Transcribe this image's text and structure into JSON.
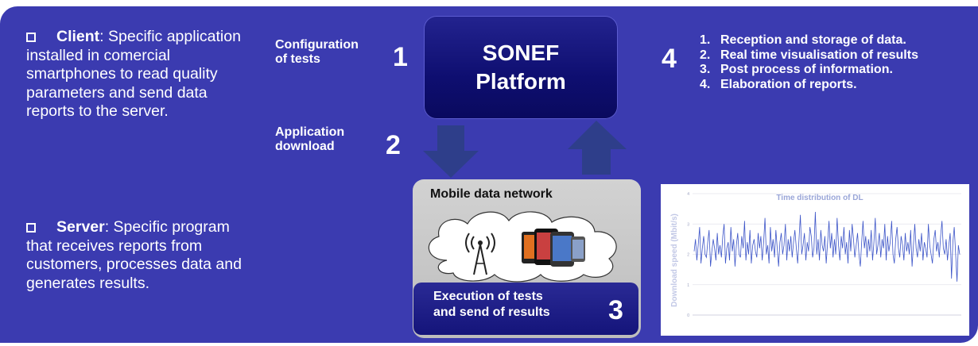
{
  "left_text": {
    "client_title": "Client",
    "client_desc": ": Specific application installed in comercial smartphones to read quality parameters and send data reports to the server.",
    "server_title": "Server",
    "server_desc": ": Specific program that receives reports from customers, processes data and generates results."
  },
  "platform": {
    "line1": "SONEF",
    "line2": "Platform"
  },
  "steps": {
    "s1_label_a": "Configuration",
    "s1_label_b": "of tests",
    "s1_num": "1",
    "s2_label_a": "Application",
    "s2_label_b": "download",
    "s2_num": "2",
    "s3_label_a": "Execution of tests",
    "s3_label_b": "and send of results",
    "s3_num": "3",
    "s4_num": "4"
  },
  "mobile_network": {
    "title": "Mobile data network"
  },
  "list_items": [
    {
      "n": "1.",
      "text": "Reception and storage of data."
    },
    {
      "n": "2.",
      "text": "Real time visualisation of results"
    },
    {
      "n": "3.",
      "text": "Post process of information."
    },
    {
      "n": "4.",
      "text": "Elaboration of reports."
    }
  ],
  "colors": {
    "panel": "#3b3bb0",
    "platform": "#14147a",
    "arrow": "#2e3e8a",
    "series": "#3d55c8"
  },
  "chart_data": {
    "type": "line",
    "title": "Time distribution of DL",
    "ylabel": "Download speed (Mbit/s)",
    "ylim": [
      0,
      4
    ],
    "yticks": [
      0,
      1,
      2,
      3,
      4
    ],
    "grid": true,
    "series": [
      {
        "values": [
          2.1,
          2.5,
          1.8,
          2.3,
          2.9,
          1.7,
          2.2,
          2.6,
          2.0,
          1.9,
          2.4,
          2.8,
          1.6,
          2.1,
          2.5,
          2.2,
          1.8,
          2.7,
          2.0,
          2.3,
          1.9,
          2.6,
          3.0,
          1.7,
          2.2,
          2.4,
          1.8,
          2.9,
          2.1,
          2.5,
          1.6,
          2.3,
          2.7,
          2.0,
          1.9,
          2.6,
          2.2,
          3.1,
          1.8,
          2.4,
          2.0,
          2.8,
          1.7,
          2.3,
          2.5,
          2.1,
          1.9,
          2.7,
          2.2,
          2.6,
          1.8,
          2.4,
          3.2,
          2.0,
          2.3,
          1.7,
          2.9,
          2.1,
          2.5,
          1.9,
          2.8,
          2.2,
          1.6,
          2.4,
          2.7,
          2.0,
          2.3,
          3.0,
          1.8,
          2.5,
          2.1,
          2.6,
          1.9,
          2.4,
          2.8,
          2.2,
          1.7,
          2.5,
          3.3,
          2.0,
          2.3,
          2.7,
          1.8,
          2.4,
          2.1,
          2.9,
          2.6,
          1.9,
          2.2,
          3.4,
          2.0,
          2.5,
          1.8,
          2.8,
          2.3,
          2.1,
          2.6,
          1.7,
          2.4,
          3.1,
          2.2,
          2.7,
          1.9,
          2.5,
          2.0,
          3.2,
          2.3,
          1.8,
          2.6,
          2.2,
          2.9,
          2.0,
          2.4,
          1.7,
          2.8,
          2.1,
          3.0,
          2.5,
          1.9,
          2.3,
          2.7,
          2.0,
          1.6,
          2.4,
          3.1,
          2.2,
          2.6,
          1.9,
          2.5,
          2.1,
          2.8,
          1.8,
          2.4,
          3.2,
          2.0,
          2.3,
          2.7,
          1.9,
          2.5,
          2.2,
          3.0,
          1.8,
          2.6,
          2.1,
          2.4,
          3.1,
          2.0,
          1.7,
          2.5,
          2.9,
          2.2,
          1.9,
          2.6,
          2.3,
          1.8,
          2.7,
          2.1,
          2.4,
          2.0,
          2.8,
          1.6,
          2.3,
          3.0,
          2.2,
          1.9,
          2.5,
          2.1,
          2.7,
          1.8,
          2.4,
          2.2,
          1.9,
          3.0,
          2.3,
          2.0,
          1.7,
          2.5,
          2.8,
          2.1,
          2.4,
          1.9,
          2.6,
          3.1,
          2.2,
          2.0,
          2.5,
          1.8,
          2.3,
          2.7,
          1.2,
          2.4,
          2.9,
          2.0,
          1.1,
          2.3,
          2.0
        ]
      }
    ]
  }
}
